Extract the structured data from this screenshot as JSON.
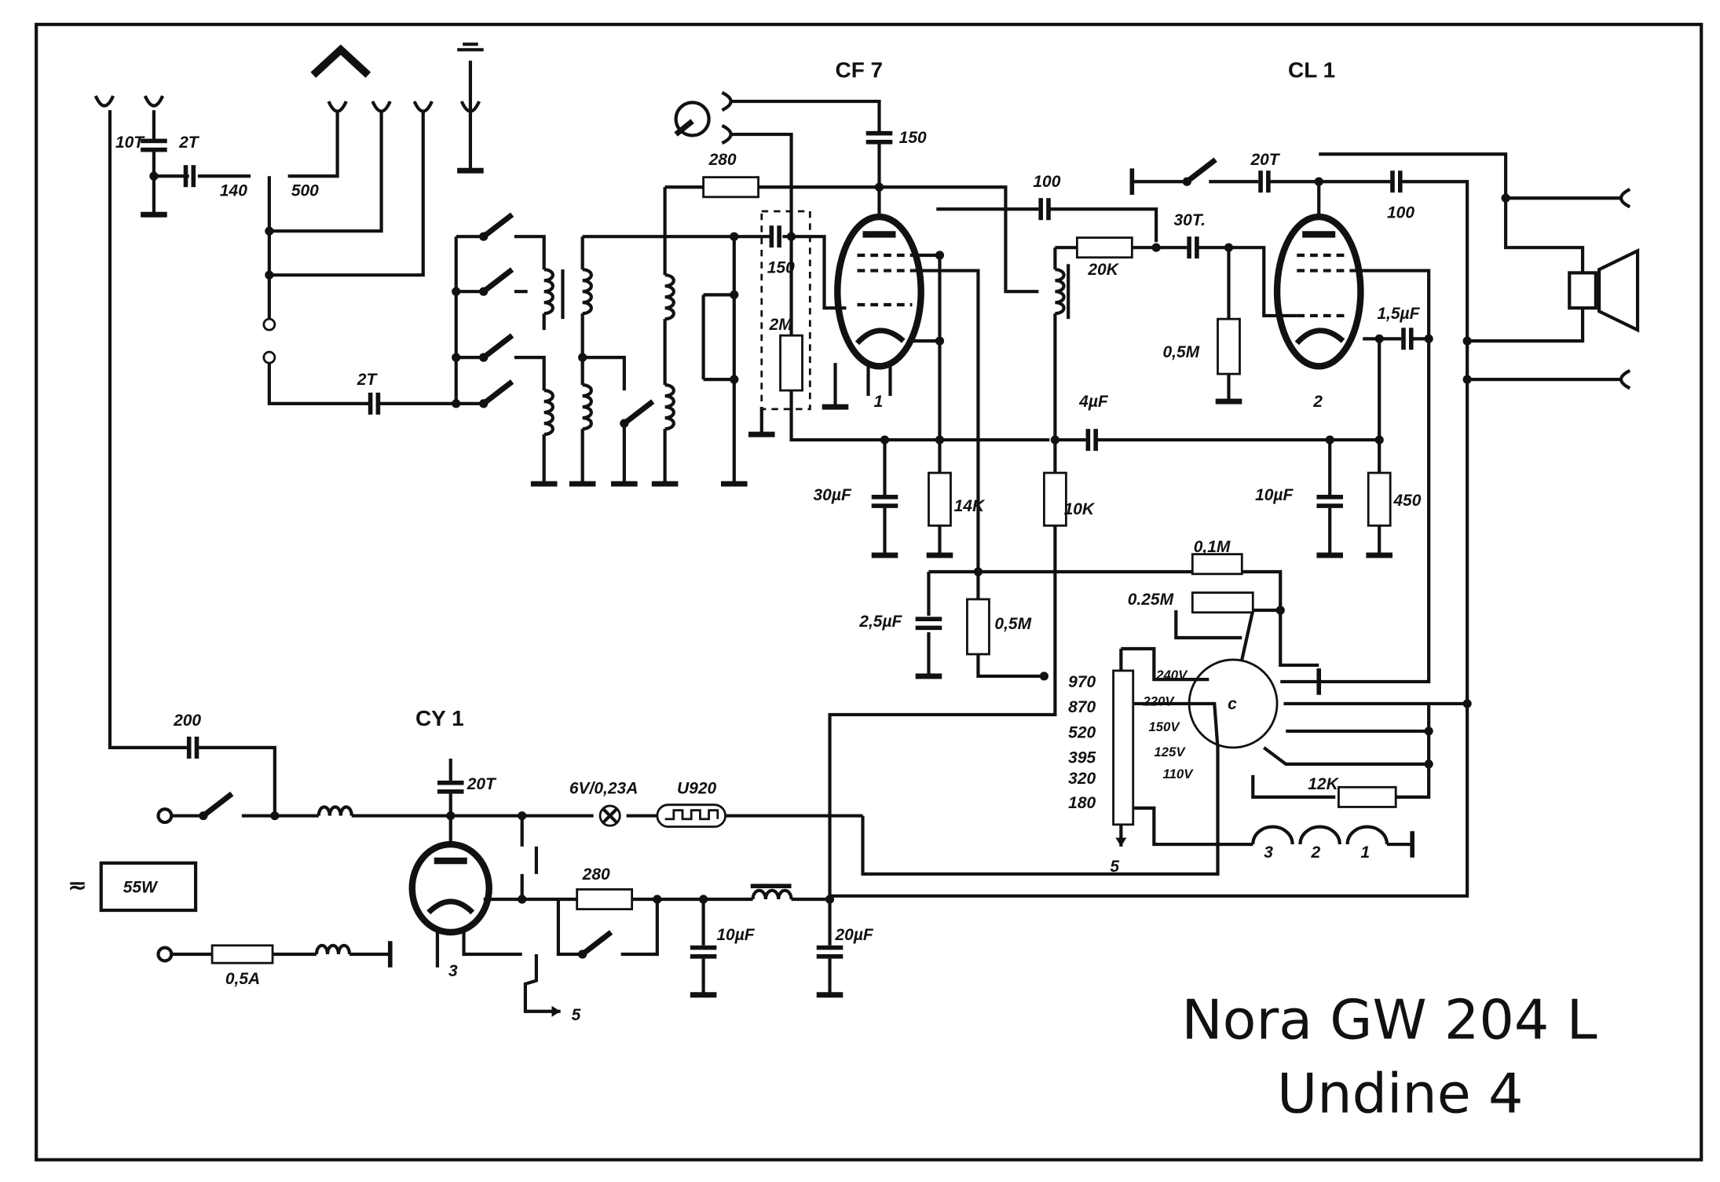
{
  "title": {
    "line1": "Nora GW 204 L",
    "line2": "Undine 4"
  },
  "tubes": {
    "cf7": "CF 7",
    "cl1": "CL 1",
    "cy1": "CY 1",
    "cf7_num": "1",
    "cl1_num": "2",
    "cy1_num": "3"
  },
  "labels": {
    "c_10t": "10T",
    "c_2t_a": "2T",
    "trim_140": "140",
    "trim_500": "500",
    "c_2t_b": "2T",
    "r_280_top": "280",
    "c_150_plate": "150",
    "c_150_grid": "150",
    "r_2m": "2M",
    "c_100_cf7": "100",
    "r_20k": "20K",
    "c_30t": "30T.",
    "c_20t_top": "20T",
    "c_100_cl1": "100",
    "r_05m_cl1": "0,5M",
    "c_15uf": "1,5µF",
    "c_4uf": "4µF",
    "c_30uf": "30µF",
    "r_14k": "14K",
    "r_10k": "10K",
    "c_10uf_cl1": "10µF",
    "r_450": "450",
    "r_01m": "0,1M",
    "r_025m": "0.25M",
    "c_25uf": "2,5µF",
    "r_05m_b": "0,5M",
    "c_200": "200",
    "c_20t_cy1": "20T",
    "lamp": "6V/0,23A",
    "u920": "U920",
    "r_280_bot": "280",
    "c_10uf_bot": "10µF",
    "c_20uf": "20µF",
    "fuse": "0,5A",
    "power": "55W",
    "ac": "≂",
    "r_12k": "12K",
    "tap_arrow_5": "5",
    "heater_5": "5",
    "selector_center": "c"
  },
  "taps": [
    "970",
    "870",
    "520",
    "395",
    "320",
    "180"
  ],
  "voltages": [
    "240V",
    "220V",
    "150V",
    "125V",
    "110V"
  ],
  "dial_lamps": [
    "3",
    "2",
    "1"
  ]
}
